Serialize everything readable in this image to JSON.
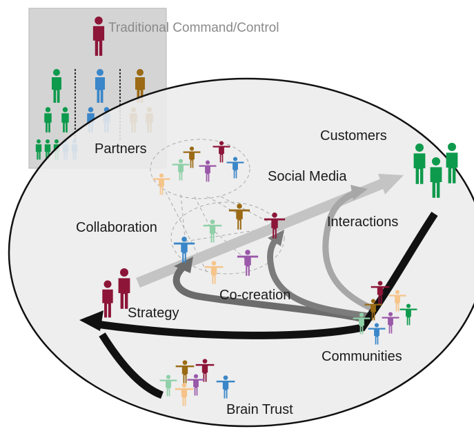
{
  "title": "Traditional Command/Control",
  "labels": {
    "customers": "Customers",
    "partners": "Partners",
    "social_media": "Social Media",
    "collaboration": "Collaboration",
    "interactions": "Interactions",
    "co_creation": "Co-creation",
    "strategy": "Strategy",
    "communities": "Communities",
    "brain_trust": "Brain Trust"
  },
  "colors": {
    "dark_red": "#8c1538",
    "green": "#0e9a4c",
    "blue": "#3a86c8",
    "brown": "#9a6a14",
    "light_green": "#8fd0a8",
    "peach": "#f6c48a",
    "purple": "#9a58a8",
    "gray_box": "#d4d4d4",
    "ellipse_fill": "#ececec"
  }
}
